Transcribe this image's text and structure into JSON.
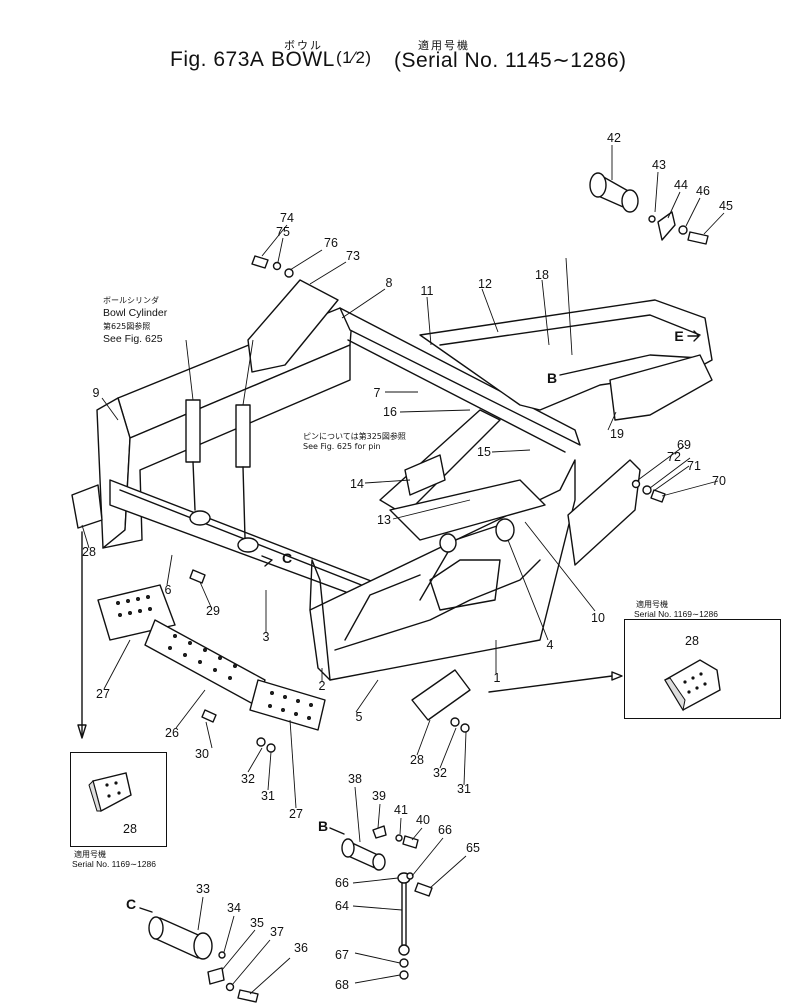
{
  "header": {
    "fig_label": "Fig. 673A",
    "name_jp": "ボウル",
    "name_en": "BOWL",
    "sheet": "(1⁄2)",
    "serial_jp": "適用号機",
    "serial_en": "(Serial No. 1145∼1286)",
    "paren_open": "(",
    "paren_close": ")"
  },
  "notes": {
    "cyl_jp": "ボールシリンダ",
    "cyl_en": "Bowl Cylinder",
    "cyl_ref_jp": "第625図参照",
    "cyl_ref_en": "See Fig. 625",
    "pin_jp": "ピンについては第325図参照",
    "pin_en": "See Fig. 625 for pin"
  },
  "insets": {
    "right": {
      "serial_jp": "適用号機",
      "serial_en": "Serial No. 1169∼1286",
      "part": "28"
    },
    "left": {
      "serial_jp": "適用号機",
      "serial_en": "Serial No. 1169∼1286",
      "part": "28"
    }
  },
  "view_letters": {
    "B_top": "B",
    "B_bottom": "B",
    "C_top": "C",
    "C_bottom": "C",
    "E": "E"
  },
  "parts": [
    "1",
    "2",
    "3",
    "4",
    "5",
    "6",
    "7",
    "8",
    "9",
    "10",
    "11",
    "12",
    "13",
    "14",
    "15",
    "16",
    "18",
    "19",
    "26",
    "27",
    "27",
    "28",
    "28",
    "29",
    "30",
    "31",
    "31",
    "32",
    "32",
    "33",
    "34",
    "35",
    "36",
    "37",
    "38",
    "39",
    "40",
    "41",
    "42",
    "43",
    "44",
    "45",
    "46",
    "64",
    "65",
    "66",
    "66",
    "67",
    "68",
    "69",
    "70",
    "71",
    "72",
    "73",
    "74",
    "75",
    "76"
  ]
}
